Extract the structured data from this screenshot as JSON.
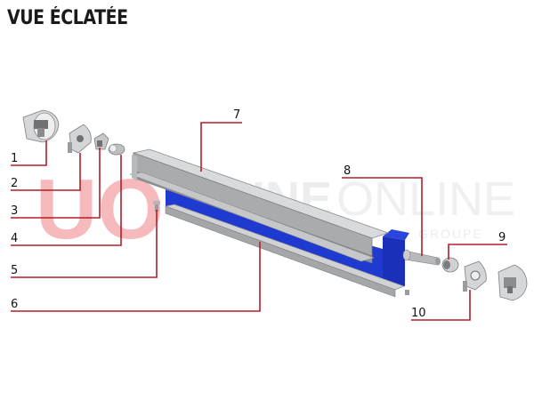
{
  "title": "VUE ÉCLATÉE",
  "watermark": {
    "monogram": "UO",
    "brand_bold": "USINE",
    "brand_light": "ONLINE",
    "tagline": "GROUPE"
  },
  "callouts": [
    {
      "number": "1",
      "part": "end-cap-left"
    },
    {
      "number": "2",
      "part": "mounting-bracket-left"
    },
    {
      "number": "3",
      "part": "clip-left"
    },
    {
      "number": "4",
      "part": "bushing-left"
    },
    {
      "number": "5",
      "part": "small-screw"
    },
    {
      "number": "6",
      "part": "bottom-bar"
    },
    {
      "number": "7",
      "part": "cassette-profile"
    },
    {
      "number": "8",
      "part": "roller-tube"
    },
    {
      "number": "9",
      "part": "bushing-right"
    },
    {
      "number": "10",
      "part": "mounting-bracket-right"
    }
  ],
  "colors": {
    "leader": "#b31d2a",
    "fabric": "#1f3ad1",
    "profile": "#a9abad",
    "watermark_red": "#e63b46",
    "watermark_blue": "#5aa2de"
  }
}
